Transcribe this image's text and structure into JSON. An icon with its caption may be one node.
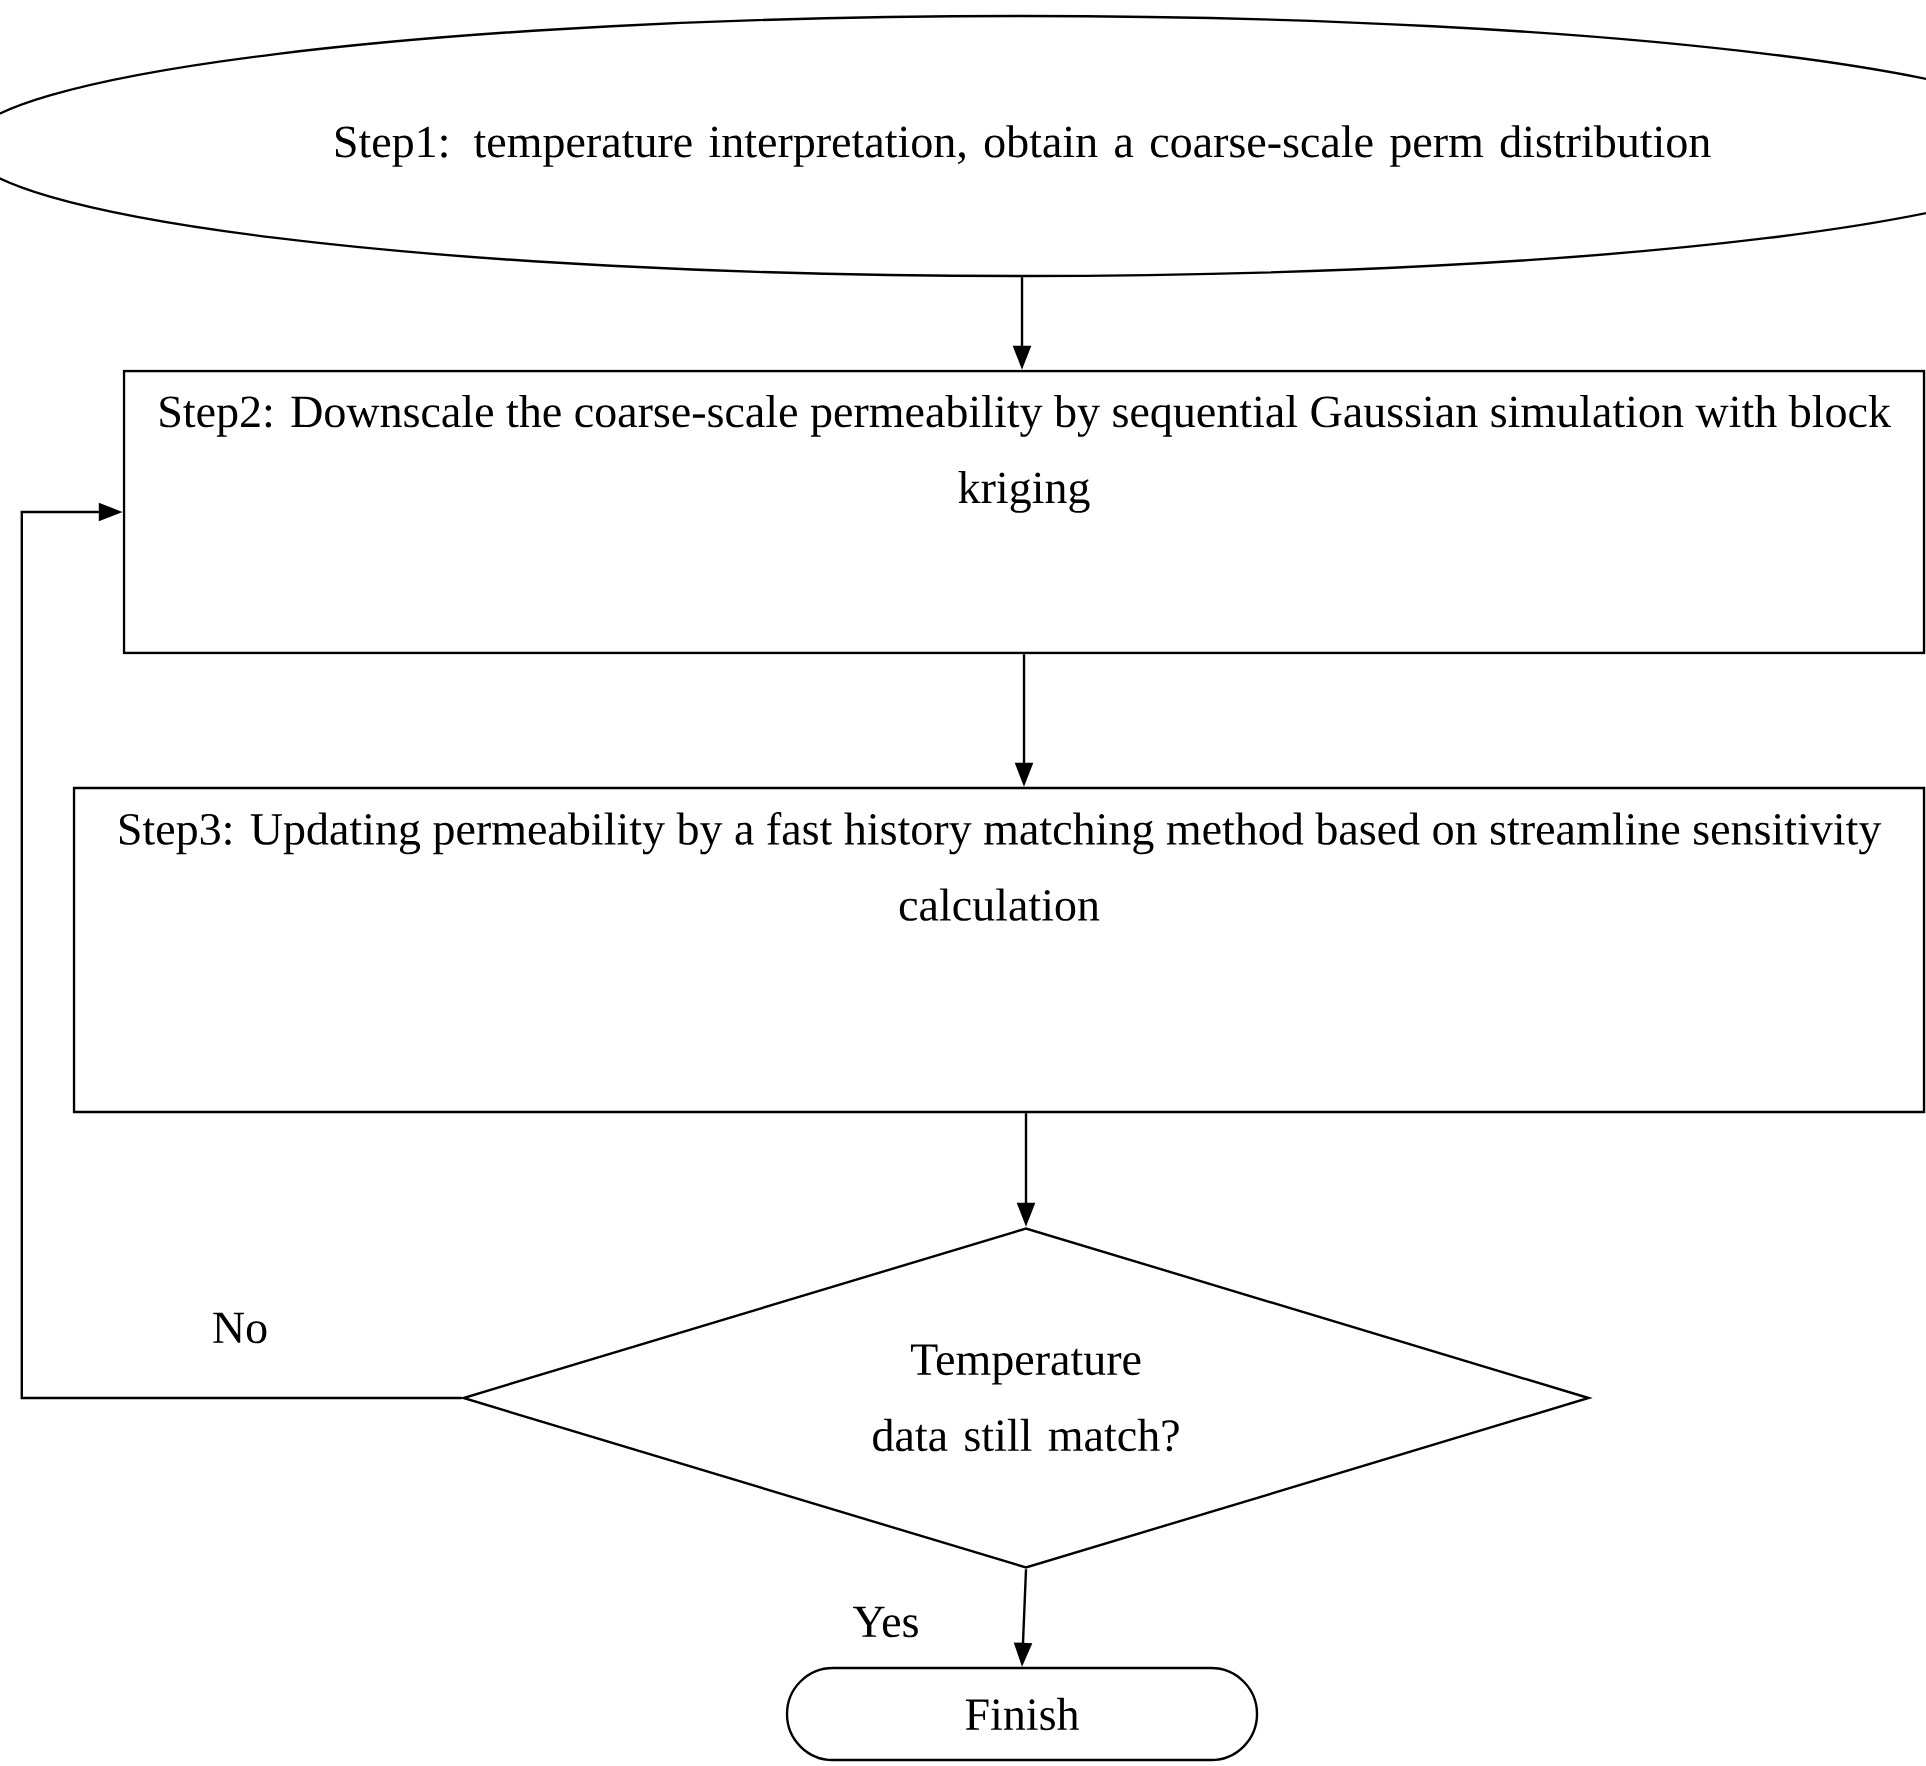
{
  "diagram": {
    "nodes": [
      {
        "text": [
          "Step1: temperature interpretation, obtain a coarse-scale perm distribution"
        ]
      },
      {
        "text": [
          "Step2: Downscale the coarse-scale permeability by sequential Gaussian simulation with block kriging"
        ]
      },
      {
        "text": [
          "Step3: Updating permeability by a fast history matching method based on streamline sensitivity calculation"
        ]
      },
      {
        "text": [
          "Temperature data still match?"
        ]
      },
      {
        "text": [
          "Finish"
        ]
      }
    ],
    "edges": [
      {
        "from": 0,
        "to": 1,
        "arrow": "to"
      },
      {
        "from": 1,
        "to": 2,
        "arrow": "to"
      },
      {
        "from": 2,
        "to": 3,
        "arrow": "to"
      },
      {
        "from": 3,
        "to": 1,
        "arrow": "to",
        "label": "No"
      },
      {
        "from": 3,
        "to": 4,
        "arrow": "to",
        "label": "Yes"
      }
    ]
  }
}
